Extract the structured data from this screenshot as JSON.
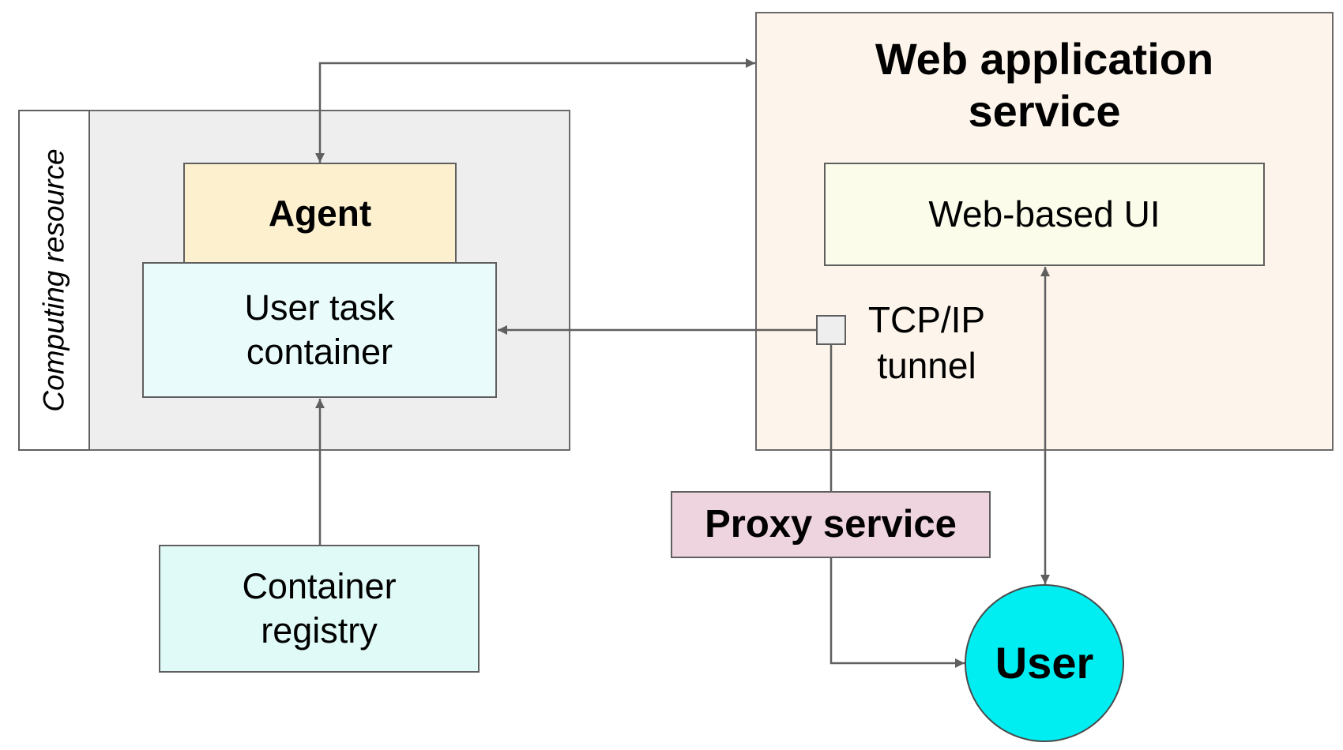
{
  "computing_resource": {
    "label": "Computing resource"
  },
  "agent": {
    "label": "Agent"
  },
  "user_task_container": {
    "label": "User task\ncontainer"
  },
  "container_registry": {
    "label": "Container\nregistry"
  },
  "web_application_service": {
    "title": "Web application\nservice"
  },
  "web_based_ui": {
    "label": "Web-based UI"
  },
  "tcp_ip_tunnel": {
    "label": "TCP/IP\ntunnel"
  },
  "proxy_service": {
    "label": "Proxy service"
  },
  "user": {
    "label": "User"
  },
  "colors": {
    "computing_panel": "#eeeeee",
    "agent": "#fcf0ce",
    "user_task_container": "#e9fcfb",
    "container_registry": "#e0fbf7",
    "web_application_service": "#fdf5ec",
    "web_based_ui": "#fbfdea",
    "proxy_service": "#eed4df",
    "user": "#00eef2",
    "connector": "#5f5f5f"
  }
}
